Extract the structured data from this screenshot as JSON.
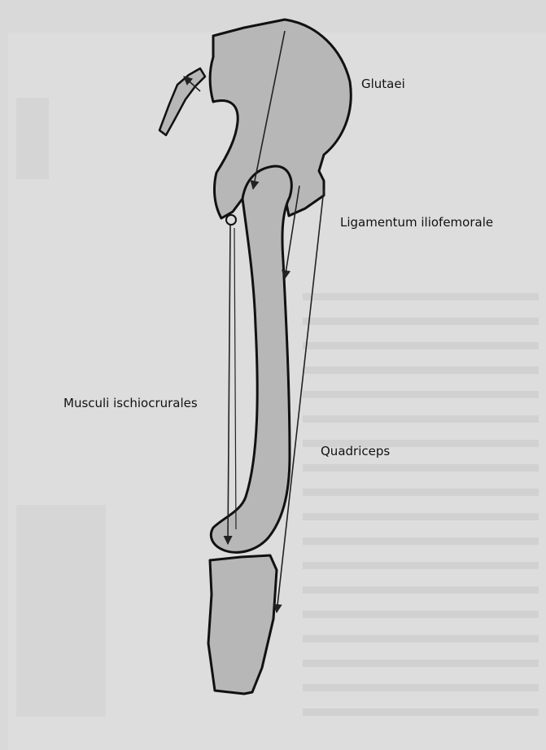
{
  "labels": {
    "glutaei": "Glutaei",
    "ligamentum": "Ligamentum iliofemorale",
    "ischio": "Musculi ischiocrurales",
    "quadriceps": "Quadriceps"
  },
  "colors": {
    "background": "#d9d9d9",
    "bone_fill": "#b7b7b7",
    "outline": "#111111",
    "arrow": "#222222"
  }
}
